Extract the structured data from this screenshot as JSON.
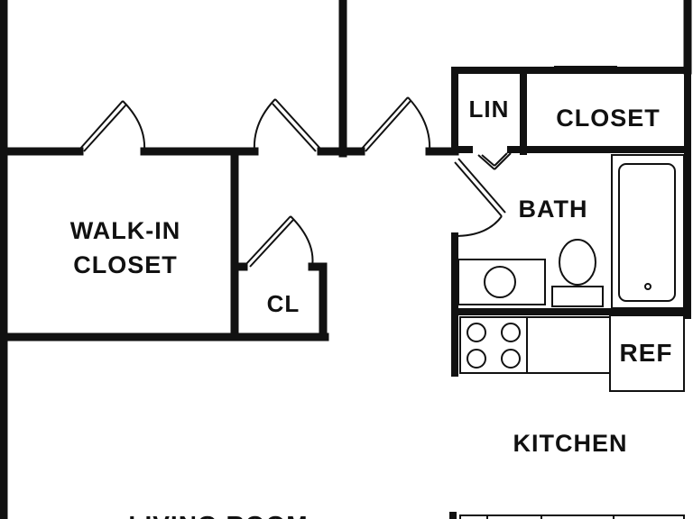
{
  "colors": {
    "wall": "#111111",
    "fixture": "#111111",
    "background": "#ffffff"
  },
  "rooms": {
    "walk_in_closet_line1": "WALK-IN",
    "walk_in_closet_line2": "CLOSET",
    "closet_small": "CL",
    "linen": "LIN",
    "closet": "CLOSET",
    "bath": "BATH",
    "refrigerator": "REF",
    "kitchen": "KITCHEN",
    "living_room": "LIVING ROOM"
  }
}
